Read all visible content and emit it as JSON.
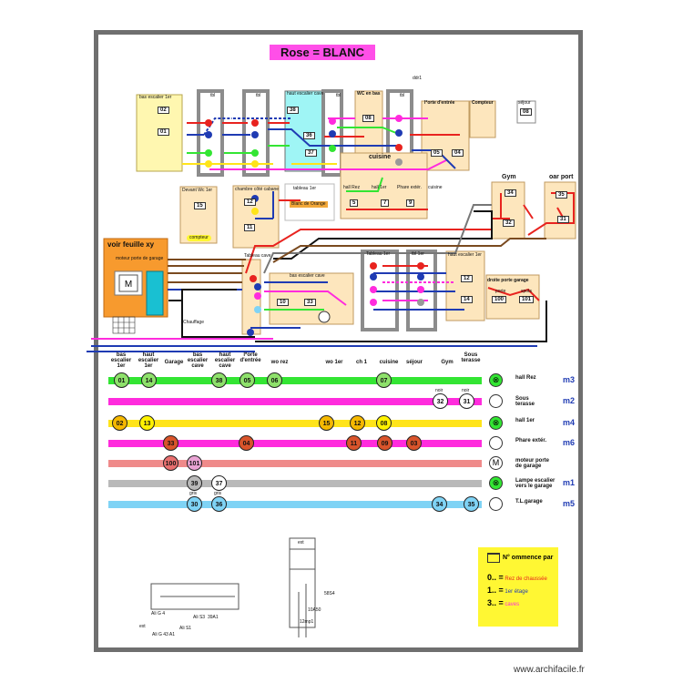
{
  "title": "Rose =  BLANC",
  "watermark": "www.archifacile.fr",
  "tag_ddr": "ddr1",
  "box_labels": [
    "bas escalier 1er",
    "tbl",
    "tbl",
    "haut escalier cave",
    "tbl",
    "WC en bas",
    "tbl",
    "l*orte d'entrée",
    "Compteur",
    "séjour",
    "Devant Wc 1er",
    "compteur",
    "chambre côté cabane",
    "tableau 1er",
    "Blanc de Orange",
    "cuisine",
    "hall Rez",
    "hall 1er",
    "Phare extér.",
    "cuisine",
    "Gym",
    "oar port",
    "voir feuille xy",
    "moteur porte de garage",
    "bas escalier cave",
    "Tableau cave",
    "Tableau 1er",
    "tbl 1er",
    "haut escalier 1er",
    "droite porte garage",
    "porte",
    "spots",
    "Chauffage"
  ],
  "box_numbers": [
    "02",
    "01",
    "38",
    "36",
    "37",
    "08",
    "05",
    "04",
    "08",
    "15",
    "12",
    "11",
    "5",
    "7",
    "9",
    "34",
    "32",
    "35",
    "31",
    "12",
    "14",
    "10",
    "33",
    "100",
    "101"
  ],
  "columns": [
    "bas\nescalier\n1er",
    "haut\nescalier\n1er",
    "Garage",
    "bas\nescalier\ncave",
    "haut\nescalier\ncave",
    "l*orte\nd'entrée",
    "wo rez",
    "wo 1er",
    "ch 1",
    "cuisine",
    "séjour",
    "Gym",
    "Sous\nterasse"
  ],
  "buses": [
    {
      "color": "#33e533",
      "label": "hall Rez",
      "code": "m3",
      "symbol": "⊗",
      "circles": [
        [
          "01",
          "#8ee16b"
        ],
        [
          "14",
          "#8ee16b"
        ],
        [
          "38",
          "#8ee16b"
        ],
        [
          "05",
          "#8ee16b"
        ],
        [
          "06",
          "#8ee16b"
        ],
        [
          "07",
          "#8ee16b"
        ]
      ]
    },
    {
      "color": "#ff2bdd",
      "label": "Sous\nterasse",
      "code": "m2",
      "symbol": "",
      "circles": [
        [
          "32",
          "#ffffff"
        ],
        [
          "31",
          "#ffffff"
        ]
      ],
      "caps": [
        "noir",
        "noir"
      ]
    },
    {
      "color": "#ffe41a",
      "label": "hall 1er",
      "code": "m4",
      "symbol": "⊗",
      "circles": [
        [
          "02",
          "#f5b800"
        ],
        [
          "13",
          "#fff200"
        ],
        [
          "15",
          "#f5b800"
        ],
        [
          "12",
          "#f5b800"
        ],
        [
          "08",
          "#fff200"
        ]
      ]
    },
    {
      "color": "#ff2bdd",
      "label": "Phare extér.",
      "code": "m6",
      "symbol": "",
      "circles": [
        [
          "33",
          "#d9542b"
        ],
        [
          "04",
          "#d9542b"
        ],
        [
          "11",
          "#d9542b"
        ],
        [
          "09",
          "#d9542b"
        ],
        [
          "03",
          "#d9542b"
        ]
      ]
    },
    {
      "color": "#ef8a8a",
      "label": "moteur porte\nde garage",
      "code": "",
      "symbol": "M",
      "circles": [
        [
          "100",
          "#e96f6f"
        ],
        [
          "101",
          "#e9a3d4"
        ]
      ]
    },
    {
      "color": "#b9b9b9",
      "label": "Lampe escalier\nvers le garage",
      "code": "m1",
      "symbol": "⊗",
      "circles": [
        [
          "39",
          "#b9b9b9"
        ],
        [
          "37",
          "#ffffff"
        ]
      ]
    },
    {
      "color": "#7fd3f5",
      "label": "T.L.garage",
      "code": "m5",
      "symbol": "",
      "circles": [
        [
          "30",
          "#7fd3f5"
        ],
        [
          "36",
          "#7fd3f5"
        ],
        [
          "34",
          "#7fd3f5"
        ],
        [
          "35",
          "#7fd3f5"
        ]
      ],
      "caps": [
        "gris",
        "gris"
      ]
    }
  ],
  "legend": {
    "title": "N° ommence par",
    "rows": [
      {
        "prefix": "0.. =",
        "text": "Rez de chaussée",
        "color": "#e8231f"
      },
      {
        "prefix": "1.. =",
        "text": "1er étage",
        "color": "#1f3bb3"
      },
      {
        "prefix": "3.. =",
        "text": "caves",
        "color": "#ff2bdd"
      }
    ]
  },
  "bottom_labels": {
    "left": [
      "Ali G 4",
      "ext",
      "Ali G 43 A1",
      "Ali S1",
      "Ali S3",
      "39A1"
    ],
    "mid": [
      "ext",
      "58S4",
      "10A50",
      "12mp1"
    ]
  }
}
